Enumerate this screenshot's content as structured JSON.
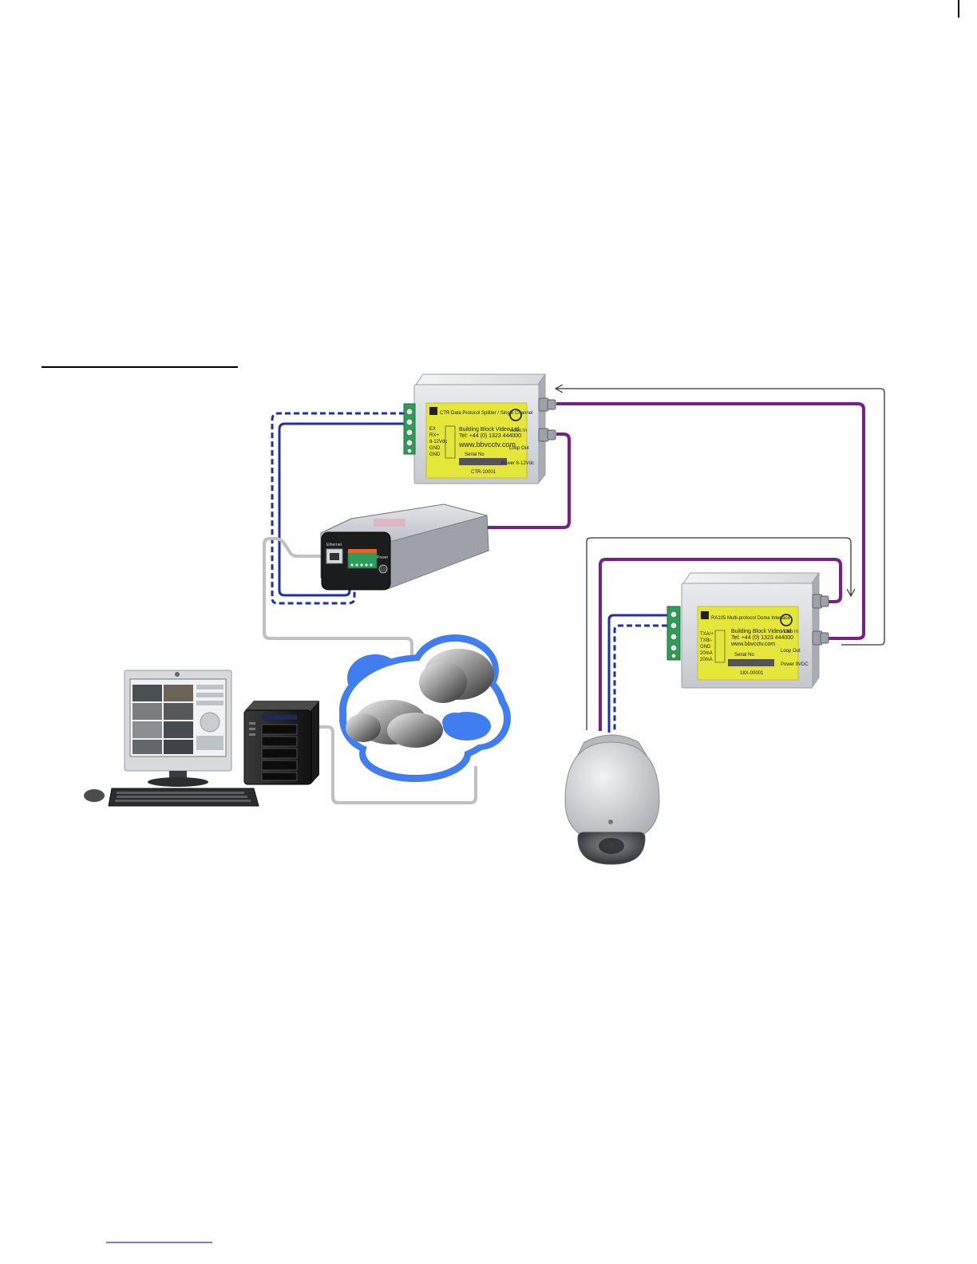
{
  "colors": {
    "video_cable": "#7a1f86",
    "data_cable": "#1f2fa8",
    "network_cable": "#c0c0c0",
    "arrow_line": "#333333",
    "label_yellow": "#e4e63a",
    "terminal_green": "#2e9d5a",
    "cloud_blue": "#3f7df0"
  },
  "top_unit": {
    "header": "CTR Data Protocol Splitter / Single Channel",
    "company": "Building Block Video Ltd",
    "tel": "Tel: +44 (0) 1323 444000",
    "web": "www.bbvcctv.com",
    "serial_label": "Serial No",
    "serial_value": "CTR-10001",
    "pins": [
      "EX",
      "RX+",
      "8-12Vdc",
      "GND",
      "GND"
    ],
    "ports": [
      "Video In",
      "Loop Out",
      "Power 8-12Vdc"
    ]
  },
  "bottom_unit": {
    "header": "RA105 Multi-protocol Dome Interface",
    "company": "Building Block Video Ltd",
    "tel": "Tel: +44 (0) 1323 444000",
    "web": "www.bbvcctv.com",
    "serial_label": "Serial No",
    "serial_value": "18X-00001",
    "pins": [
      "TXA/+",
      "TXB/-",
      "GND",
      "20mA",
      "20mA"
    ],
    "ports": [
      "Video In",
      "Loop Out",
      "Power 9VDC"
    ]
  },
  "encoder": {
    "port_label": "Ethernet",
    "power_label": "Power"
  }
}
